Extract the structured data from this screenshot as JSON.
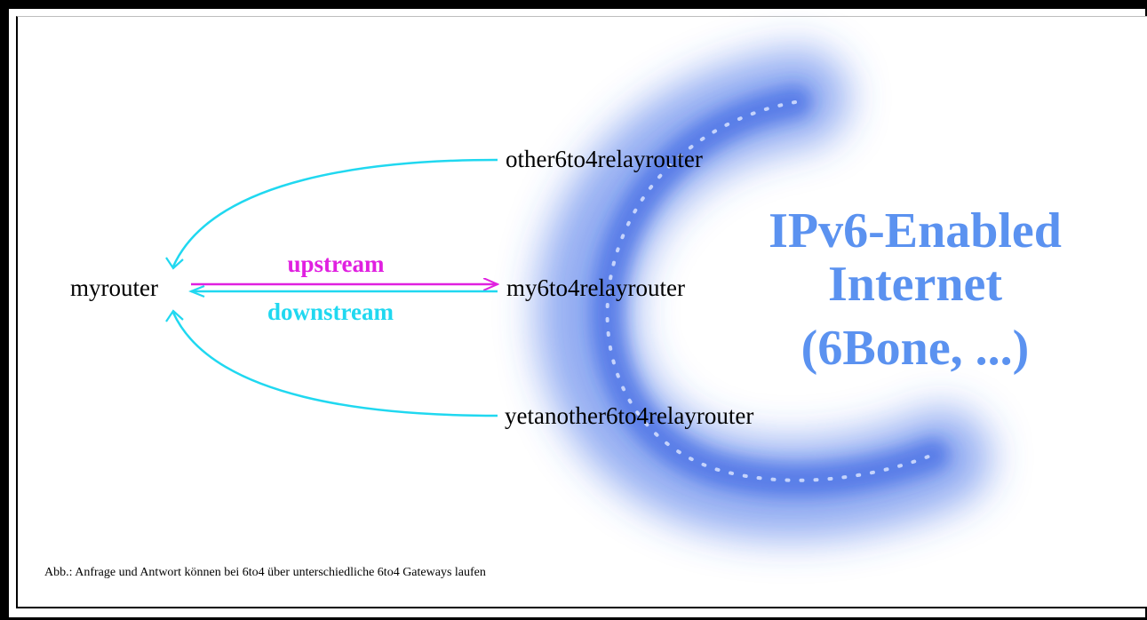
{
  "diagram": {
    "nodes": {
      "myrouter": "myrouter",
      "my6to4relayrouter": "my6to4relayrouter",
      "other6to4relayrouter": "other6to4relayrouter",
      "yetanother6to4relayrouter": "yetanother6to4relayrouter"
    },
    "edges": {
      "upstream_label": "upstream",
      "downstream_label": "downstream"
    },
    "internet": {
      "line1": "IPv6-Enabled",
      "line2": "Internet",
      "line3": "(6Bone, ...)"
    }
  },
  "caption": "Abb.: Anfrage und Antwort können bei 6to4 über unterschiedliche 6to4 Gateways laufen",
  "colors": {
    "upstream": "#e020e0",
    "downstream": "#20d8f0",
    "internet_text": "#5b92f0",
    "halo": "#5d7ff0"
  }
}
